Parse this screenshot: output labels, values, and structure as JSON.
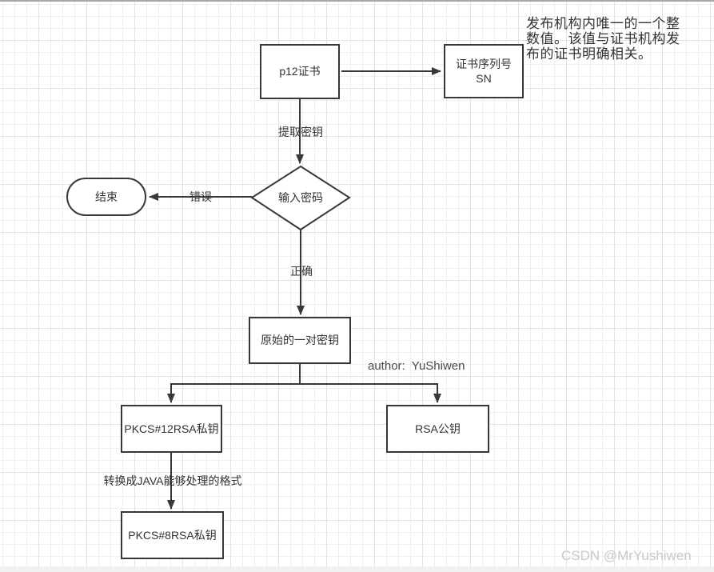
{
  "canvas": {
    "background": "#ffffff",
    "grid_minor_color": "#efefef",
    "grid_major_color": "#e2e2e2",
    "top_border_color": "#a6a6a6",
    "bottom_strip_color": "#f1f1f1"
  },
  "style": {
    "shape_border_color": "#383838",
    "shape_fill_color": "#ffffff",
    "connector_color": "#383838",
    "text_color": "#333333",
    "author_text_color": "#4a4a4a",
    "watermark_color": "#c9c9c9"
  },
  "flowchart": {
    "nodes": {
      "p12_cert": {
        "label": "p12证书",
        "shape": "rectangle"
      },
      "cert_sn": {
        "label": "证书序列号\nSN",
        "shape": "rectangle"
      },
      "end": {
        "label": "结束",
        "shape": "terminator"
      },
      "input_password": {
        "label": "输入密码",
        "shape": "decision"
      },
      "original_keypair": {
        "label": "原始的一对密钥",
        "shape": "rectangle"
      },
      "pkcs12_rsa_private": {
        "label": "PKCS#12RSA私钥",
        "shape": "rectangle"
      },
      "rsa_public": {
        "label": "RSA公钥",
        "shape": "rectangle"
      },
      "pkcs8_rsa_private": {
        "label": "PKCS#8RSA私钥",
        "shape": "rectangle"
      }
    },
    "edge_labels": {
      "extract_key": "提取密钥",
      "error": "错误",
      "correct": "正确",
      "convert": "转换成JAVA能够处理的格式"
    },
    "annotations": {
      "sn_note": "发布机构内唯一的一个整数值。该值与证书机构发布的证书明确相关。",
      "author": "author:  YuShiwen"
    }
  },
  "watermark": {
    "text": "CSDN @MrYushiwen"
  }
}
